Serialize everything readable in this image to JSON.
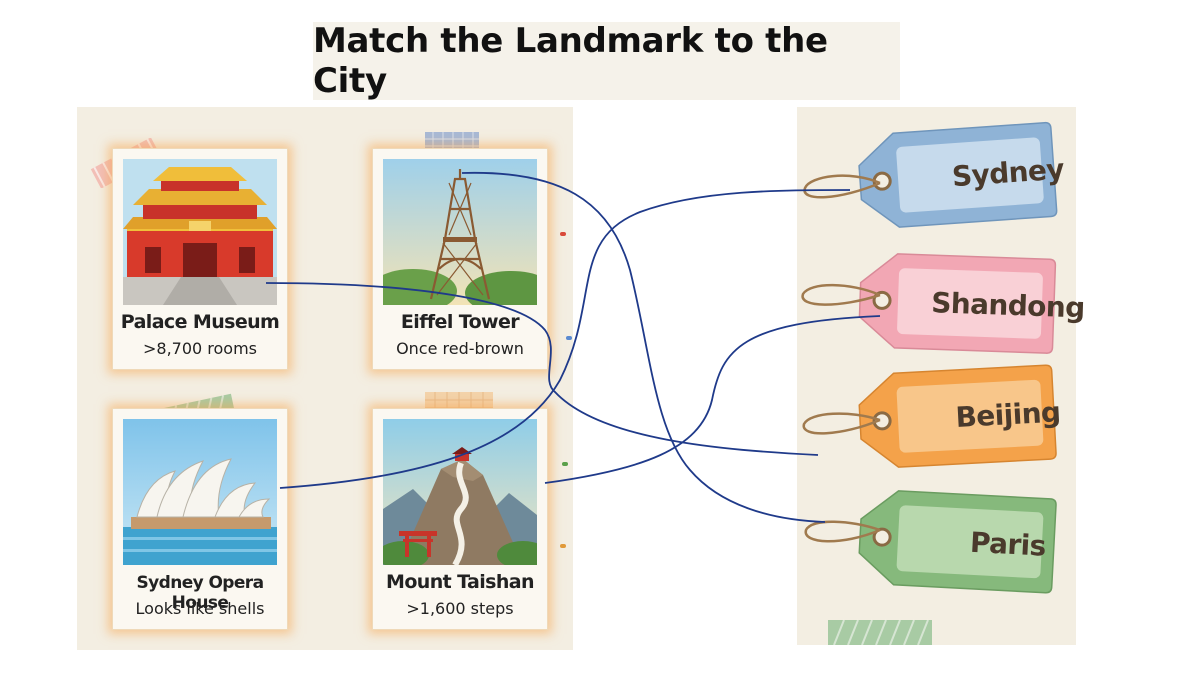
{
  "title": "Match the Landmark to the City",
  "landmarks": [
    {
      "name": "Palace Museum",
      "fact": ">8,700 rooms",
      "icon": "palace-museum-illustration"
    },
    {
      "name": "Eiffel Tower",
      "fact": "Once red-brown",
      "icon": "eiffel-tower-illustration"
    },
    {
      "name": "Sydney Opera House",
      "fact": "Looks like shells",
      "icon": "sydney-opera-house-illustration"
    },
    {
      "name": "Mount Taishan",
      "fact": ">1,600 steps",
      "icon": "mount-taishan-illustration"
    }
  ],
  "cities": [
    {
      "label": "Sydney",
      "color": "#8fb3d6"
    },
    {
      "label": "Shandong",
      "color": "#f2a7b4"
    },
    {
      "label": "Beijing",
      "color": "#f4a24a"
    },
    {
      "label": "Paris",
      "color": "#86b97c"
    }
  ],
  "matches": [
    {
      "landmark": "Palace Museum",
      "city": "Beijing"
    },
    {
      "landmark": "Eiffel Tower",
      "city": "Paris"
    },
    {
      "landmark": "Sydney Opera House",
      "city": "Sydney"
    },
    {
      "landmark": "Mount Taishan",
      "city": "Shandong"
    }
  ],
  "colors": {
    "line": "#1f3a8a",
    "card_glow": "#f5a550",
    "panel": "#f3eee2"
  }
}
